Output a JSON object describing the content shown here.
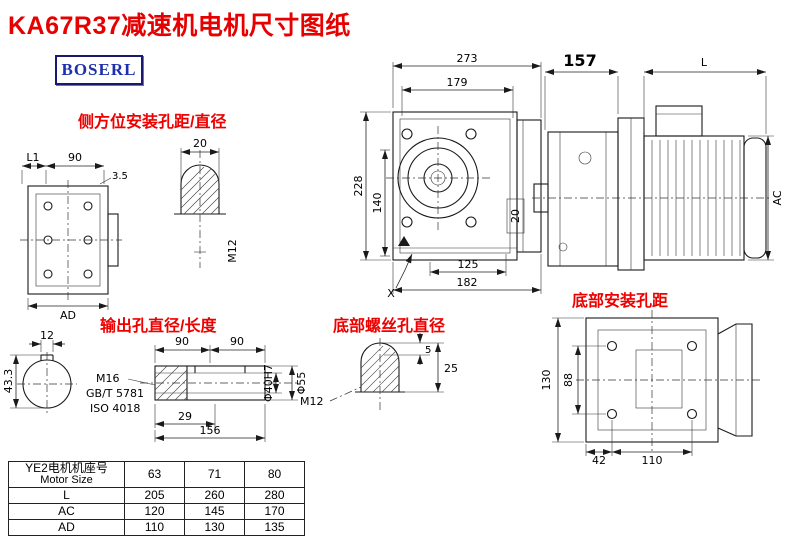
{
  "page": {
    "title": "KA67R37减速机电机尺寸图纸",
    "brand": "BOSERL"
  },
  "annotations": {
    "side_mount_label": "侧方位安装孔距/直径",
    "output_hole_label": "输出孔直径/长度",
    "bottom_screw_label": "底部螺丝孔直径",
    "bottom_mount_label": "底部安装孔距"
  },
  "front_view": {
    "width_total": "273",
    "width_inner": "179",
    "height_total": "228",
    "height_center": "140",
    "key_width": "20",
    "dim_125": "125",
    "dim_182": "182",
    "surface_mark": "X"
  },
  "motor_side_view": {
    "dim_157": "157",
    "dim_L": "L",
    "dim_AC": "AC"
  },
  "side_face_view": {
    "dim_L1": "L1",
    "dim_90": "90",
    "dim_3_5": "3.5",
    "dim_AD": "AD"
  },
  "side_hole_detail": {
    "dim_20": "20",
    "thread": "M12"
  },
  "output_shaft": {
    "key_width": "12",
    "key_depth": "43.3",
    "dim_90a": "90",
    "dim_90b": "90",
    "thread": "M16",
    "std1": "GB/T 5781",
    "std2": "ISO 4018",
    "dim_29": "29",
    "dim_156": "156",
    "bore": "Φ40H7",
    "outer": "Φ55"
  },
  "bottom_hole_detail": {
    "thread": "M12",
    "dim_5": "5",
    "dim_25": "25"
  },
  "bottom_view": {
    "dim_130": "130",
    "dim_88": "88",
    "dim_42": "42",
    "dim_110": "110"
  },
  "size_table": {
    "header_cn": "YE2电机机座号",
    "header_en": "Motor Size",
    "frame_sizes": [
      "63",
      "71",
      "80"
    ],
    "rows": [
      {
        "label": "L",
        "values": [
          "205",
          "260",
          "280"
        ]
      },
      {
        "label": "AC",
        "values": [
          "120",
          "145",
          "170"
        ]
      },
      {
        "label": "AD",
        "values": [
          "110",
          "130",
          "135"
        ]
      }
    ]
  }
}
